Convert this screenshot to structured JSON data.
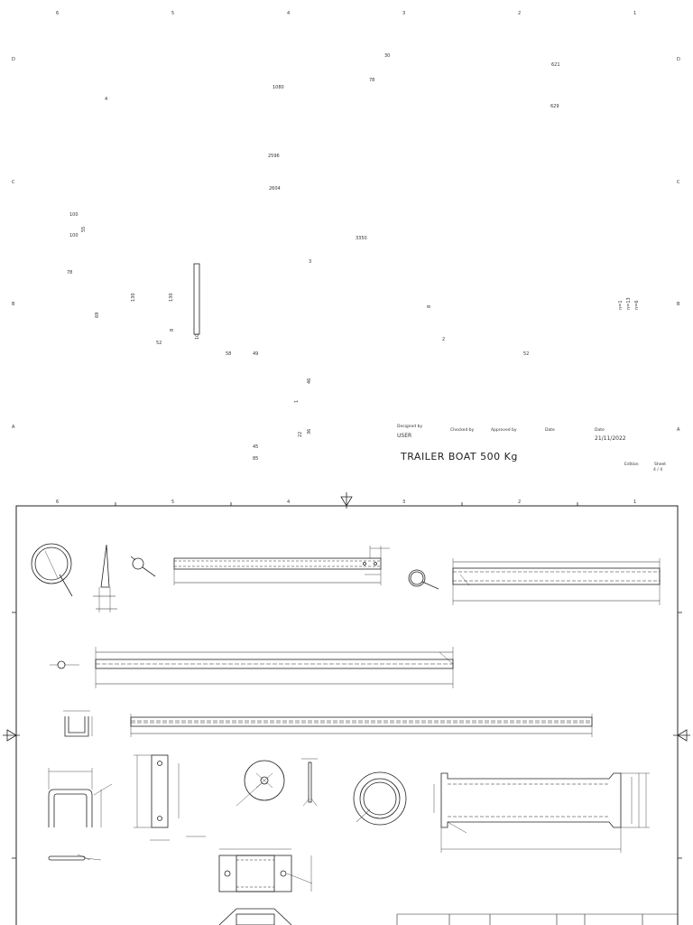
{
  "top_sheet": {
    "col_labels": [
      "6",
      "5",
      "4",
      "3",
      "2",
      "1"
    ],
    "row_labels": [
      "D",
      "C",
      "B",
      "A"
    ],
    "dimensions": {
      "d30": "30",
      "d621": "621",
      "d78a": "78",
      "d1080": "1080",
      "d4": "4",
      "d629": "629",
      "d2596": "2596",
      "d2604": "2604",
      "d100a": "100",
      "d100b": "100",
      "d55": "55",
      "d3350": "3350",
      "d3": "3",
      "d78b": "78",
      "d130a": "130",
      "d130b": "130",
      "d69": "69",
      "d8a": "8",
      "d8b": "8",
      "d52a": "52",
      "d10": "10",
      "d58": "58",
      "d49": "49",
      "d2": "2",
      "d52b": "52",
      "d46": "46",
      "d1": "1",
      "d22": "22",
      "d36": "36",
      "d45": "45",
      "d85": "85",
      "m1": "n=1",
      "m13": "n=13",
      "m6": "n=6"
    },
    "title_block": {
      "designed_by_label": "Designed by",
      "designed_by": "USER",
      "checked_by_label": "Checked by",
      "approved_by_label": "Approved by",
      "date_label_1": "Date",
      "date_label_2": "Date",
      "date": "21/11/2022",
      "title": "TRAILER BOAT 500 Kg",
      "edition_label": "Edition",
      "sheet_label": "Sheet",
      "sheet": "4 / 4"
    }
  },
  "bottom_sheet": {
    "col_labels": [
      "6",
      "5",
      "4",
      "3",
      "2",
      "1"
    ]
  }
}
